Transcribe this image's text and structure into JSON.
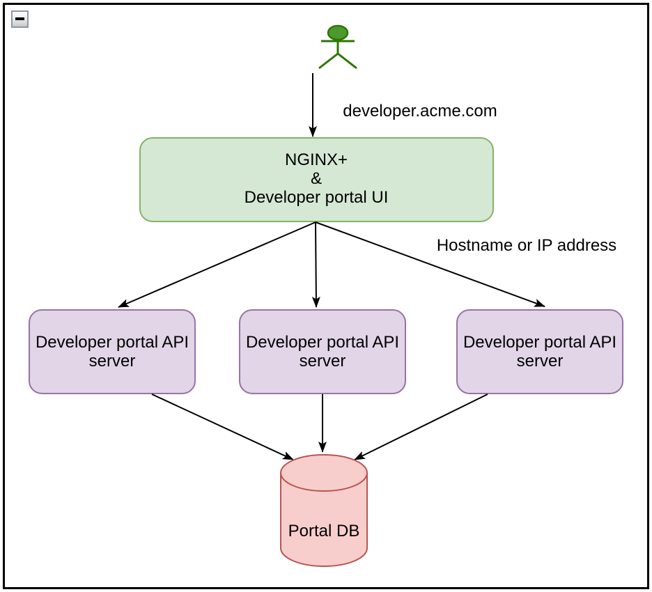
{
  "controls": {
    "collapse_icon": "minus"
  },
  "diagram": {
    "edge_labels": {
      "developer_url": "developer.acme.com",
      "hostname": "Hostname or IP address"
    },
    "nodes": {
      "nginx": {
        "lines": [
          "NGINX+",
          "&",
          "Developer portal UI"
        ]
      },
      "api_servers": [
        {
          "lines": [
            "Developer portal API",
            "server"
          ]
        },
        {
          "lines": [
            "Developer portal API",
            "server"
          ]
        },
        {
          "lines": [
            "Developer portal API",
            "server"
          ]
        }
      ],
      "db": {
        "label": "Portal DB"
      }
    },
    "colors": {
      "green_fill": "#d5e8d4",
      "green_stroke": "#82b366",
      "purple_fill": "#e1d5e7",
      "purple_stroke": "#9673a6",
      "red_fill": "#f8cecc",
      "red_stroke": "#b85450",
      "actor_fill": "#4c9a2e",
      "actor_stroke": "#2d7600",
      "arrow": "#000000",
      "page_border": "#000000"
    }
  }
}
